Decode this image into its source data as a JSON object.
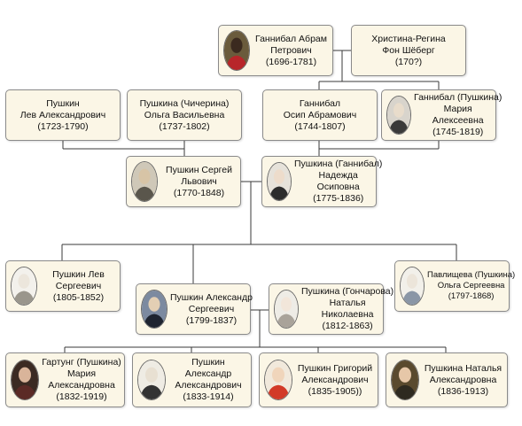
{
  "people": {
    "abram": {
      "lines": [
        "Ганнибал Абрам",
        "Петрович",
        "(1696-1781)"
      ],
      "portrait": "portrait-dark-man-icon"
    },
    "christina": {
      "lines": [
        "Христина-Регина",
        "Фон Шёберг",
        "(170?)"
      ]
    },
    "lev_a": {
      "lines": [
        "Пушкин",
        "Лев Александрович",
        "(1723-1790)"
      ]
    },
    "olga_v": {
      "lines": [
        "Пушкина (Чичерина)",
        "Ольга Васильевна",
        "(1737-1802)"
      ]
    },
    "osip": {
      "lines": [
        "Ганнибал",
        "Осип Абрамович",
        "(1744-1807)"
      ]
    },
    "maria_a": {
      "lines": [
        "Ганнибал (Пушкина)",
        "Мария",
        "Алексеевна",
        "(1745-1819)"
      ],
      "portrait": "portrait-old-woman-icon"
    },
    "sergey": {
      "lines": [
        "Пушкин Сергей",
        "Львович",
        "(1770-1848)"
      ],
      "portrait": "portrait-man-icon"
    },
    "nadezhda": {
      "lines": [
        "Пушкина (Ганнибал)",
        "Надежда",
        "Осиповна",
        "(1775-1836)"
      ],
      "portrait": "portrait-woman-icon"
    },
    "lev_s": {
      "lines": [
        "Пушкин Лев",
        "Сергеевич",
        "(1805-1852)"
      ],
      "portrait": "portrait-sketch-man-icon"
    },
    "alexander": {
      "lines": [
        "Пушкин Александр",
        "Сергеевич",
        "(1799-1837)"
      ],
      "portrait": "portrait-pushkin-icon"
    },
    "natalya_n": {
      "lines": [
        "Пушкина (Гончарова)",
        "Наталья",
        "Николаевна",
        "(1812-1863)"
      ],
      "portrait": "portrait-woman-light-icon"
    },
    "olga_s": {
      "lines": [
        "Павлищева (Пушкина)",
        "Ольга Сергеевна",
        "(1797-1868)"
      ],
      "portrait": "portrait-sketch-woman-icon"
    },
    "maria_g": {
      "lines": [
        "Гартунг (Пушкина)",
        "Мария",
        "Александровна",
        "(1832-1919)"
      ],
      "portrait": "portrait-woman-dark-icon"
    },
    "alexander_a": {
      "lines": [
        "Пушкин",
        "Александр",
        "Александрович",
        "(1833-1914)"
      ],
      "portrait": "portrait-man-sketch-icon"
    },
    "grigory": {
      "lines": [
        "Пушкин Григорий",
        "Александрович",
        "(1835-1905))"
      ],
      "portrait": "portrait-child-red-icon"
    },
    "natalya_a": {
      "lines": [
        "Пушкина Наталья",
        "Александровна",
        "(1836-1913)"
      ],
      "portrait": "portrait-girl-icon"
    }
  },
  "colors": {
    "node_fill": "#fbf6e6",
    "node_border": "#8a8a8a",
    "connector": "#3a3a3a"
  }
}
